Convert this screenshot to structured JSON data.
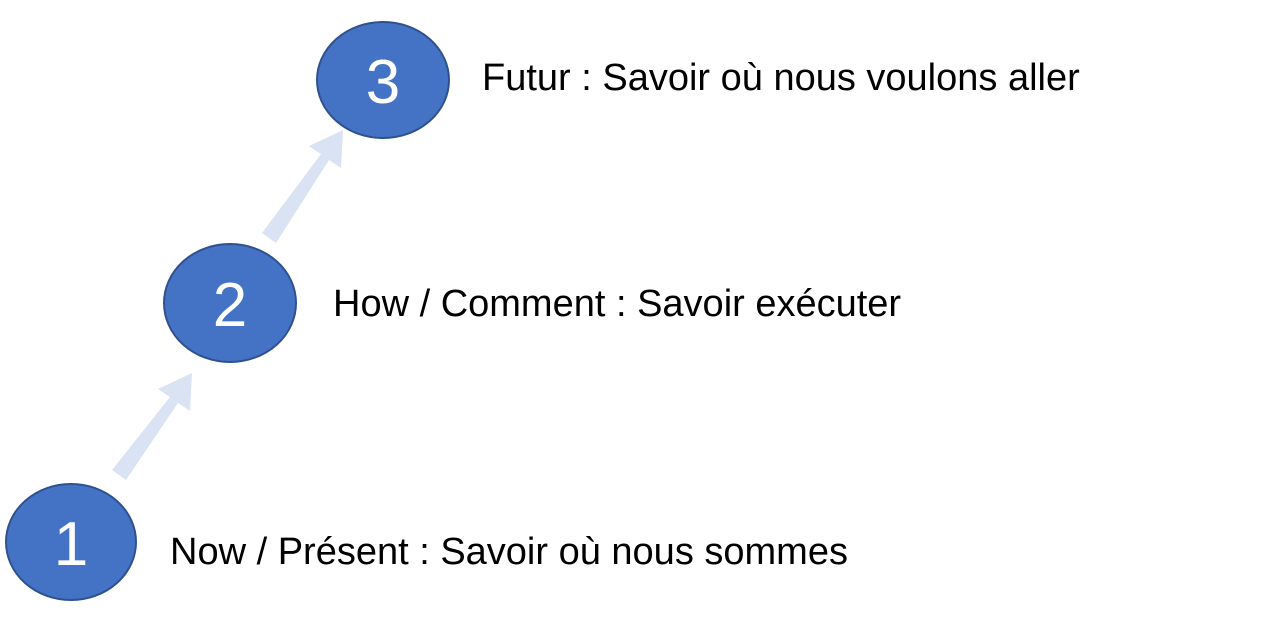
{
  "colors": {
    "circle_fill": "#4472C4",
    "circle_stroke": "#2F528F",
    "arrow": "#DAE3F3",
    "text": "#000000"
  },
  "steps": [
    {
      "number": "1",
      "label": "Now / Présent : Savoir où nous sommes"
    },
    {
      "number": "2",
      "label": "How / Comment : Savoir exécuter"
    },
    {
      "number": "3",
      "label": "Futur : Savoir où nous voulons aller"
    }
  ]
}
